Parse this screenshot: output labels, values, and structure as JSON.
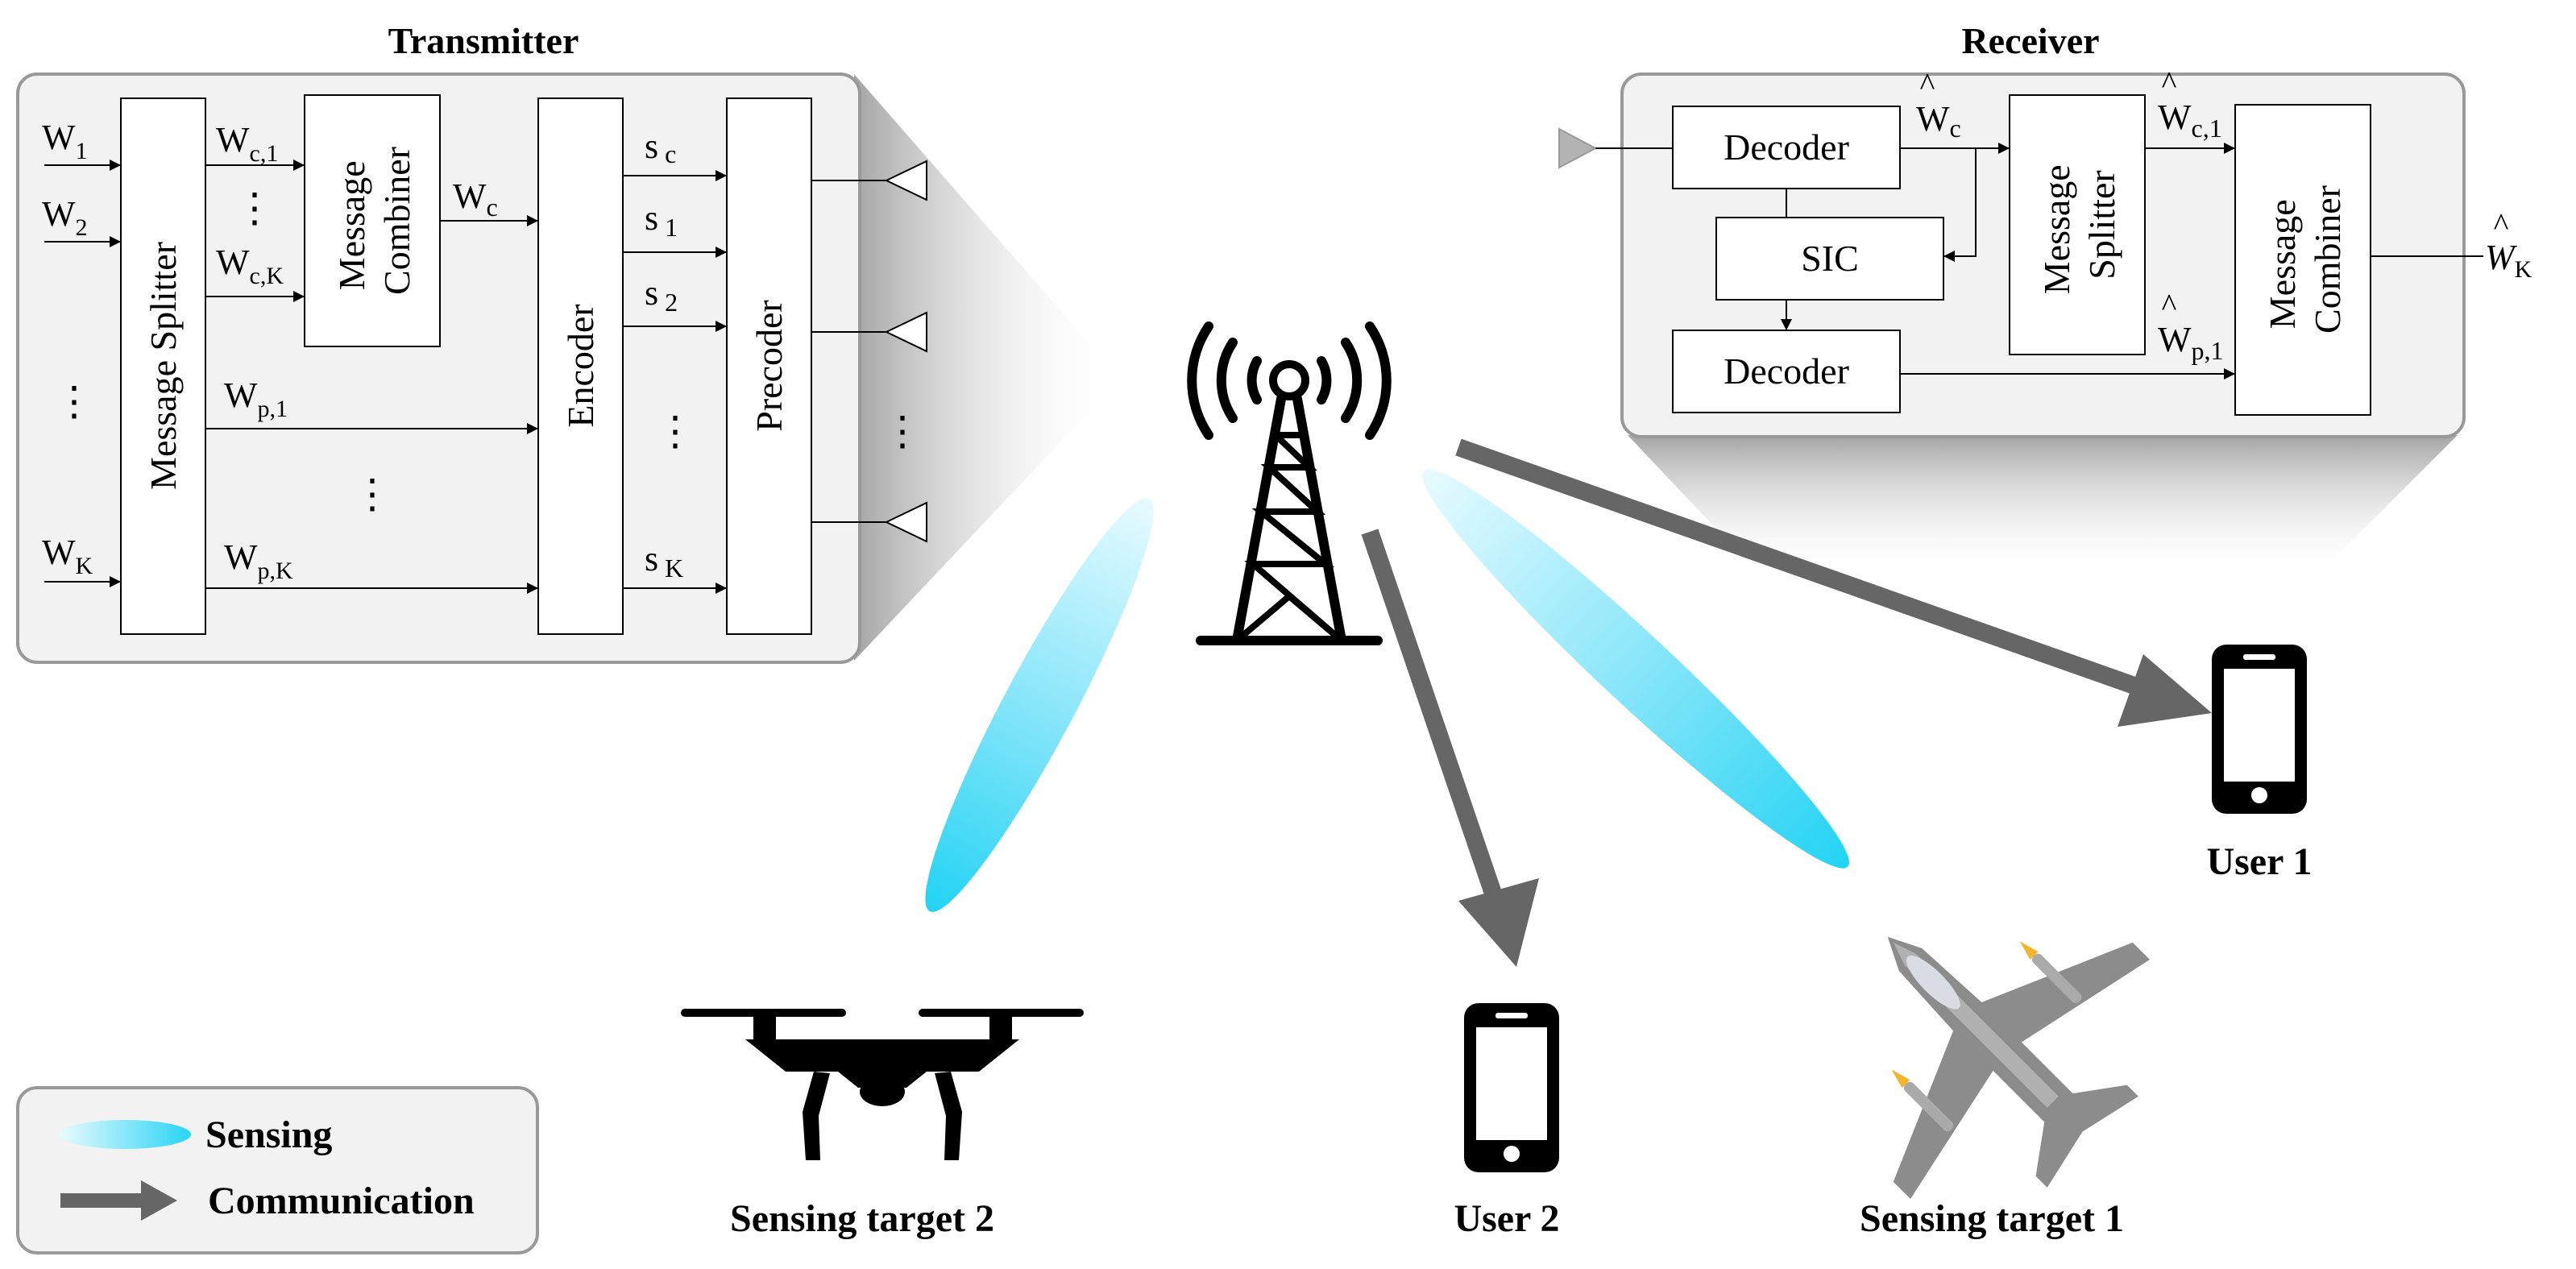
{
  "transmitter": {
    "title": "Transmitter",
    "inputs": [
      "W",
      "W",
      "W"
    ],
    "input_subs": [
      "1",
      "2",
      "K"
    ],
    "splitter_label": "Message Splitter",
    "common_parts": [
      {
        "main": "W",
        "sub": "c,1"
      },
      {
        "main": "W",
        "sub": "c,K"
      }
    ],
    "combiner_label_1": "Message",
    "combiner_label_2": "Combiner",
    "wc_main": "W",
    "wc_sub": "c",
    "private_parts": [
      {
        "main": "W",
        "sub": "p,1"
      },
      {
        "main": "W",
        "sub": "p,K"
      }
    ],
    "encoder_label": "Encoder",
    "streams": [
      {
        "main": "s",
        "sub": "c"
      },
      {
        "main": "s",
        "sub": "1"
      },
      {
        "main": "s",
        "sub": "2"
      },
      {
        "main": "s",
        "sub": "K"
      }
    ],
    "precoder_label": "Precoder",
    "dots": "⋮"
  },
  "receiver": {
    "title": "Receiver",
    "decoder1_label": "Decoder",
    "sic_label": "SIC",
    "decoder2_label": "Decoder",
    "wc_main": "W",
    "wc_sub": "c",
    "hat": "^",
    "splitter_label_1": "Message",
    "splitter_label_2": "Splitter",
    "out_c1_main": "W",
    "out_c1_sub": "c,1",
    "out_p1_main": "W",
    "out_p1_sub": "p,1",
    "combiner_label_1": "Message",
    "combiner_label_2": "Combiner",
    "final_main": "W",
    "final_sub": "K"
  },
  "scene": {
    "user1": "User 1",
    "user2": "User 2",
    "target1": "Sensing target 1",
    "target2": "Sensing target 2"
  },
  "legend": {
    "sensing": "Sensing",
    "communication": "Communication"
  },
  "colors": {
    "panel_fill": "#f2f2f2",
    "panel_stroke": "#999999",
    "beam": "#35d6f5",
    "arrow": "#666666",
    "jet": "#8c8c8c",
    "missile_tip": "#f5b52a"
  }
}
